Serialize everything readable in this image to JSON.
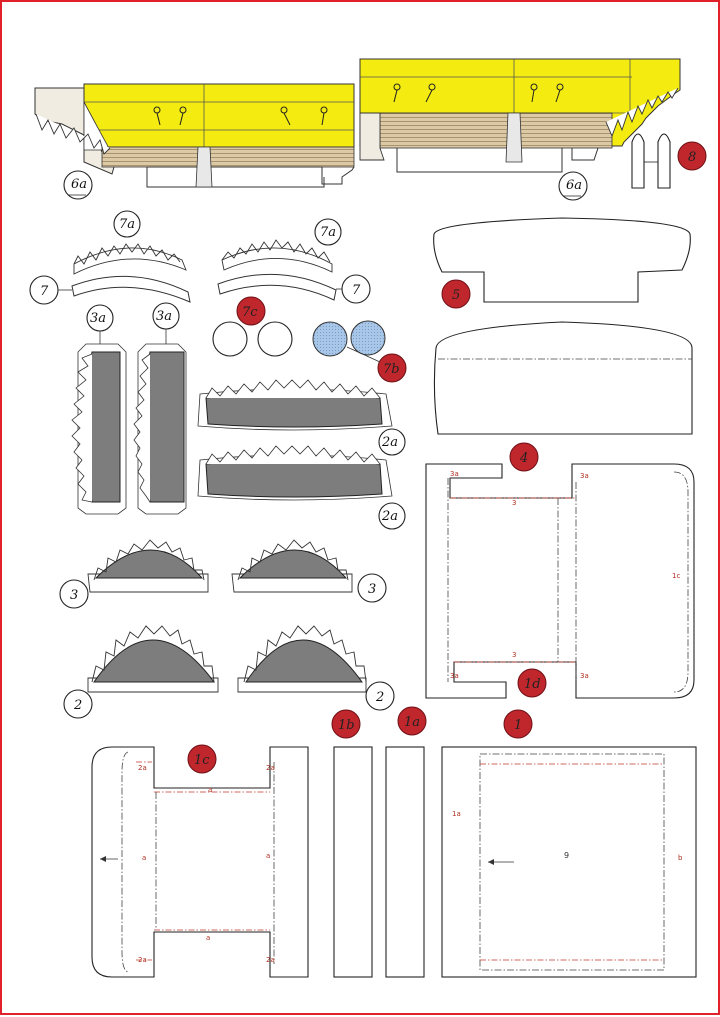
{
  "colors": {
    "border": "#e0202a",
    "body_yellow": "#f4ec10",
    "wood": "#d9c6a2",
    "tire": "#7d7d7d",
    "badge_red": "#c0272d",
    "light_blue": "#a7c6e8"
  },
  "labels": {
    "p6a": "6a",
    "p6a_b": "6a",
    "p8": "8",
    "p7a_l": "7a",
    "p7a_r": "7a",
    "p7_l": "7",
    "p7_r": "7",
    "p7c": "7c",
    "p7b": "7b",
    "p3a_l": "3a",
    "p3a_r": "3a",
    "p2a_t": "2a",
    "p2a_b": "2a",
    "p3_l": "3",
    "p3_r": "3",
    "p2_l": "2",
    "p2_r": "2",
    "p5": "5",
    "p4": "4",
    "p1d": "1d",
    "p1c": "1c",
    "p1b": "1b",
    "p1a": "1a",
    "p1": "1"
  },
  "marks": {
    "m_3a_1": "3a",
    "m_3a_2": "3a",
    "m_3a_3": "3a",
    "m_3a_4": "3a",
    "m_3_top": "3",
    "m_3_bot": "3",
    "m_1c_side": "1c",
    "m_2a_1": "2a",
    "m_2a_2": "2a",
    "m_2a_3": "2a",
    "m_2a_4": "2a",
    "m_a_top": "a",
    "m_a_bot": "a",
    "m_a_l": "a",
    "m_a_r": "a",
    "m_1a": "1a",
    "m_9": "9",
    "m_b": "b"
  }
}
